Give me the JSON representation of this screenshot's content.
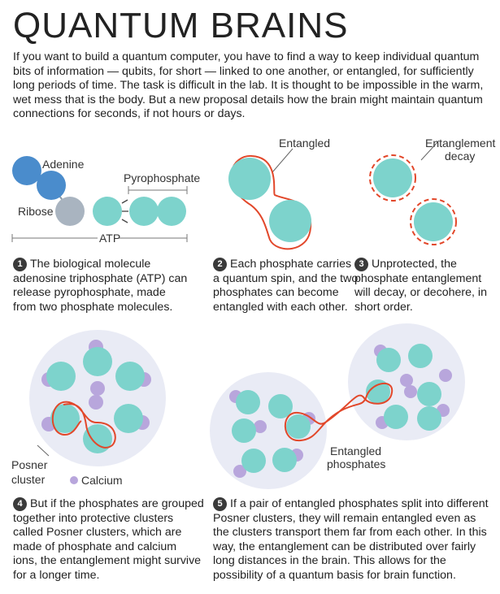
{
  "title": "QUANTUM BRAINS",
  "intro": "If you want to build a quantum computer, you have to find a way to keep individual quantum bits of information — qubits, for short — linked to one another, or entangled, for sufficiently long periods of time. The task is difficult in the lab. It is thought to be impossible in the warm, wet mess that is the body. But a new proposal details how the brain might maintain quantum connections for seconds, if not hours or days.",
  "labels": {
    "adenine": "Adenine",
    "ribose": "Ribose",
    "pyrophosphate": "Pyrophosphate",
    "atp": "ATP",
    "entangled": "Entangled",
    "entanglement_decay_1": "Entanglement",
    "entanglement_decay_2": "decay",
    "posner_1": "Posner",
    "posner_2": "cluster",
    "calcium": "Calcium",
    "entangled_phosphates_1": "Entangled",
    "entangled_phosphates_2": "phosphates"
  },
  "steps": [
    {
      "number": "1",
      "text": "The biological molecule adenosine triphosphate (ATP) can release pyrophosphate, made from two phosphate molecules."
    },
    {
      "number": "2",
      "text": "Each phosphate carries a quantum spin, and the two phosphates can become entangled with each other."
    },
    {
      "number": "3",
      "text": "Unprotected, the phosphate entanglement will decay, or decohere, in short order."
    },
    {
      "number": "4",
      "text": "But if the phosphates are grouped together into protective clusters called Posner clusters, which are made of phosphate and calcium ions, the entanglement might survive for a longer time."
    },
    {
      "number": "5",
      "text": "If a pair of entangled phosphates split into different Posner clusters, they will remain entangled even as the clusters transport them far from each other. In this way, the entanglement can be distributed over fairly long distances in the brain. This allows for the possibility of a quantum basis for brain function."
    }
  ],
  "colors": {
    "phosphate": "#7dd3cc",
    "adenine": "#4a8ccc",
    "ribose": "#a9b4c0",
    "calcium": "#b8a6dc",
    "entangle_line": "#e2472a",
    "cluster_bg": "#e9ebf5"
  }
}
